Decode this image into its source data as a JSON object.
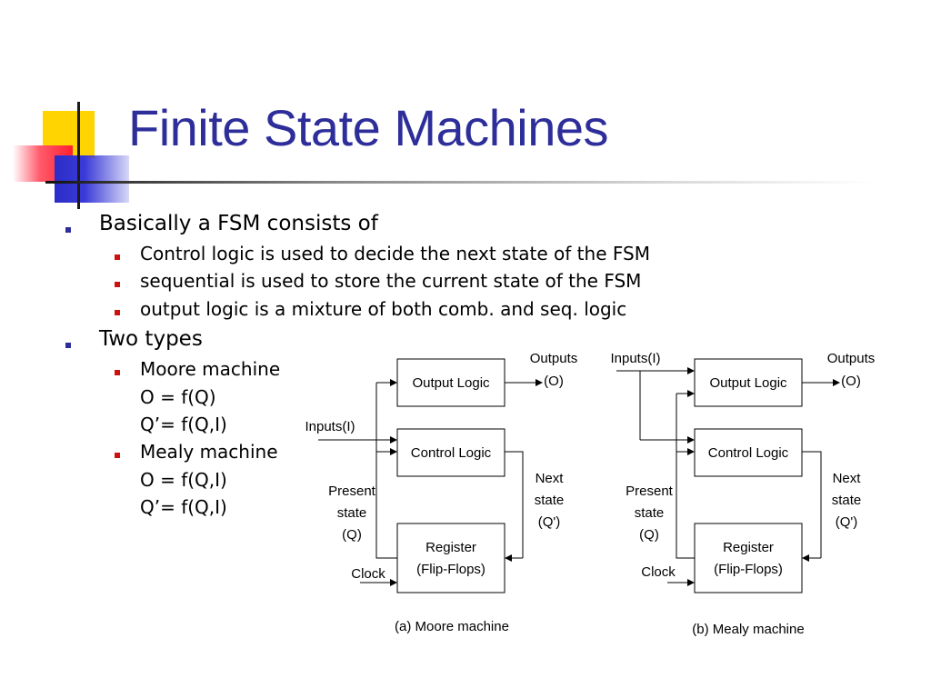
{
  "slide": {
    "title": "Finite State Machines",
    "bullets": [
      {
        "text": "Basically a FSM consists of",
        "sub": [
          "Control logic is used to decide the next state of the FSM",
          "sequential is used to store the current state of the FSM",
          "output logic  is a mixture of both comb. and seq. logic"
        ]
      },
      {
        "text": "Two types",
        "sub": [
          {
            "text": "Moore machine",
            "eq1": "O = f(Q)",
            "eq2": "Q’= f(Q,I)"
          },
          {
            "text": "Mealy machine",
            "eq1": "O = f(Q,I)",
            "eq2": "Q’= f(Q,I)"
          }
        ]
      }
    ]
  },
  "diagrams": {
    "moore": {
      "output_logic": "Output Logic",
      "control_logic": "Control Logic",
      "register": [
        "Register",
        "(Flip-Flops)"
      ],
      "outputs": [
        "Outputs",
        "(O)"
      ],
      "inputs": "Inputs(I)",
      "present_state": [
        "Present",
        "state",
        "(Q)"
      ],
      "next_state": [
        "Next",
        "state",
        "(Q')"
      ],
      "clock": "Clock",
      "caption": "(a) Moore machine"
    },
    "mealy": {
      "output_logic": "Output Logic",
      "control_logic": "Control Logic",
      "register": [
        "Register",
        "(Flip-Flops)"
      ],
      "outputs": [
        "Outputs",
        "(O)"
      ],
      "inputs": "Inputs(I)",
      "present_state": [
        "Present",
        "state",
        "(Q)"
      ],
      "next_state": [
        "Next",
        "state",
        "(Q')"
      ],
      "clock": "Clock",
      "caption": "(b)  Mealy machine"
    }
  },
  "colors": {
    "title": "#2e2e9b",
    "bullet_level1": "#2e2e9b",
    "bullet_level2": "#cc1111",
    "ornament_yellow": "#ffd400",
    "ornament_red": "#ff1f2f",
    "ornament_blue": "#3a3ad8"
  }
}
